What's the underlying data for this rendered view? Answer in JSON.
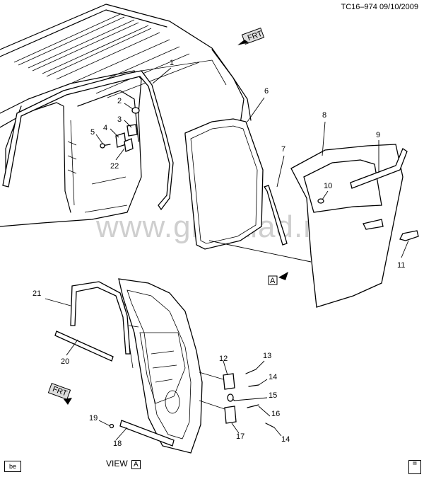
{
  "header": {
    "code": "TC16–974",
    "date": "09/10/2009"
  },
  "watermark": "www.gmsklad.ru",
  "footer": {
    "tag": "be",
    "view_label": "VIEW",
    "view_letter": "A"
  },
  "arrows": {
    "front_label": "FRT",
    "view_marker": "A"
  },
  "callouts": [
    {
      "id": "c1",
      "text": "1"
    },
    {
      "id": "c2",
      "text": "2"
    },
    {
      "id": "c3",
      "text": "3"
    },
    {
      "id": "c4",
      "text": "4"
    },
    {
      "id": "c5",
      "text": "5"
    },
    {
      "id": "c6",
      "text": "6"
    },
    {
      "id": "c7",
      "text": "7"
    },
    {
      "id": "c8",
      "text": "8"
    },
    {
      "id": "c9",
      "text": "9"
    },
    {
      "id": "c10",
      "text": "10"
    },
    {
      "id": "c11",
      "text": "11"
    },
    {
      "id": "c12",
      "text": "12"
    },
    {
      "id": "c13",
      "text": "13"
    },
    {
      "id": "c14a",
      "text": "14"
    },
    {
      "id": "c14b",
      "text": "14"
    },
    {
      "id": "c15",
      "text": "15"
    },
    {
      "id": "c16",
      "text": "16"
    },
    {
      "id": "c17",
      "text": "17"
    },
    {
      "id": "c18",
      "text": "18"
    },
    {
      "id": "c19",
      "text": "19"
    },
    {
      "id": "c20",
      "text": "20"
    },
    {
      "id": "c21",
      "text": "21"
    },
    {
      "id": "c22",
      "text": "22"
    }
  ]
}
